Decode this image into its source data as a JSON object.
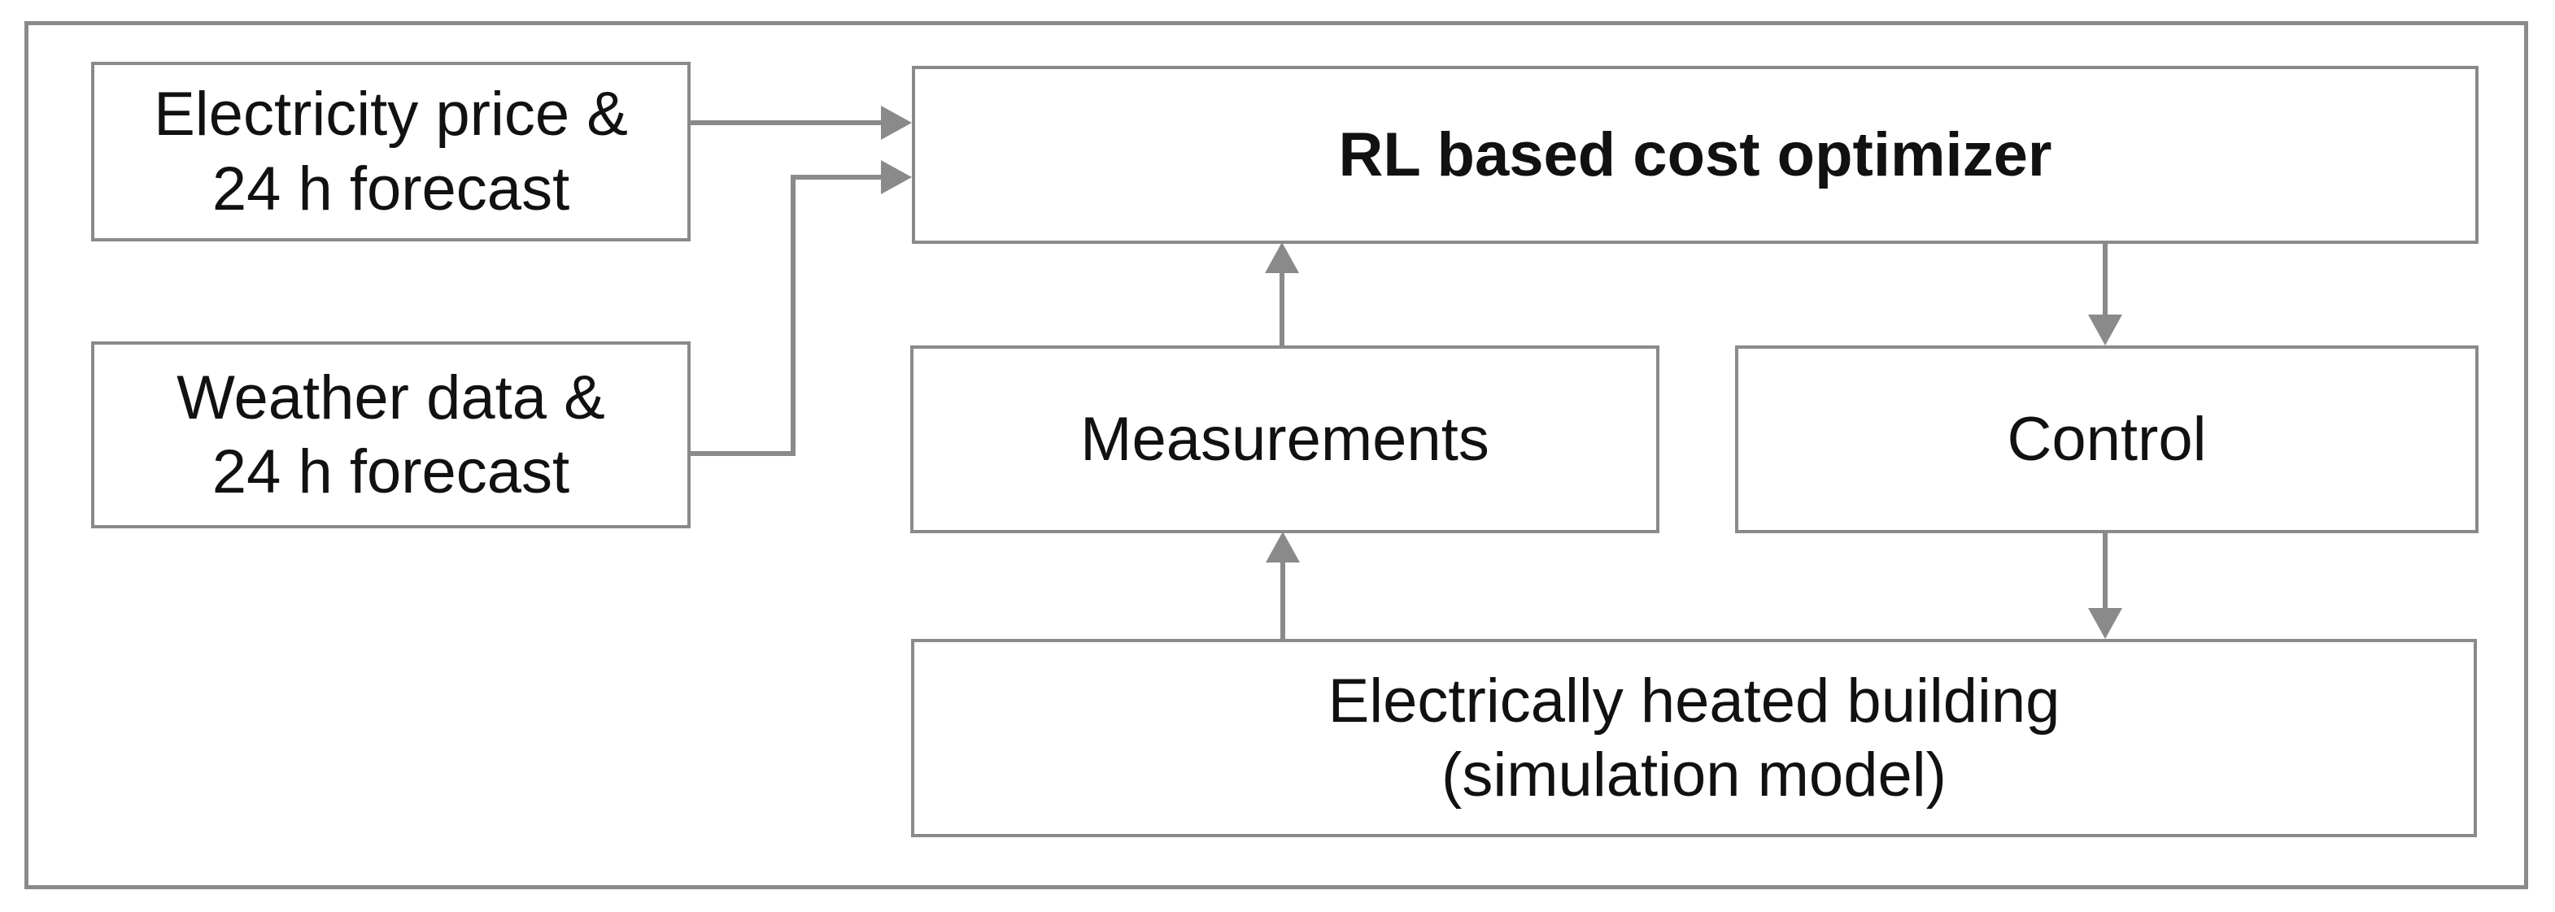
{
  "diagram": {
    "type": "flowchart",
    "nodes": {
      "electricity": {
        "label": "Electricity price &\n24 h forecast"
      },
      "weather": {
        "label": "Weather data &\n24 h forecast"
      },
      "optimizer": {
        "label": "RL based cost optimizer"
      },
      "measurements": {
        "label": "Measurements"
      },
      "control": {
        "label": "Control"
      },
      "building": {
        "label": "Electrically heated building\n(simulation model)"
      }
    },
    "edges": [
      {
        "from": "electricity",
        "to": "optimizer"
      },
      {
        "from": "weather",
        "to": "optimizer"
      },
      {
        "from": "measurements",
        "to": "optimizer"
      },
      {
        "from": "building",
        "to": "measurements"
      },
      {
        "from": "optimizer",
        "to": "control"
      },
      {
        "from": "control",
        "to": "building"
      }
    ],
    "colors": {
      "line": "#8a8a8a",
      "text": "#111111",
      "background": "#ffffff"
    }
  }
}
